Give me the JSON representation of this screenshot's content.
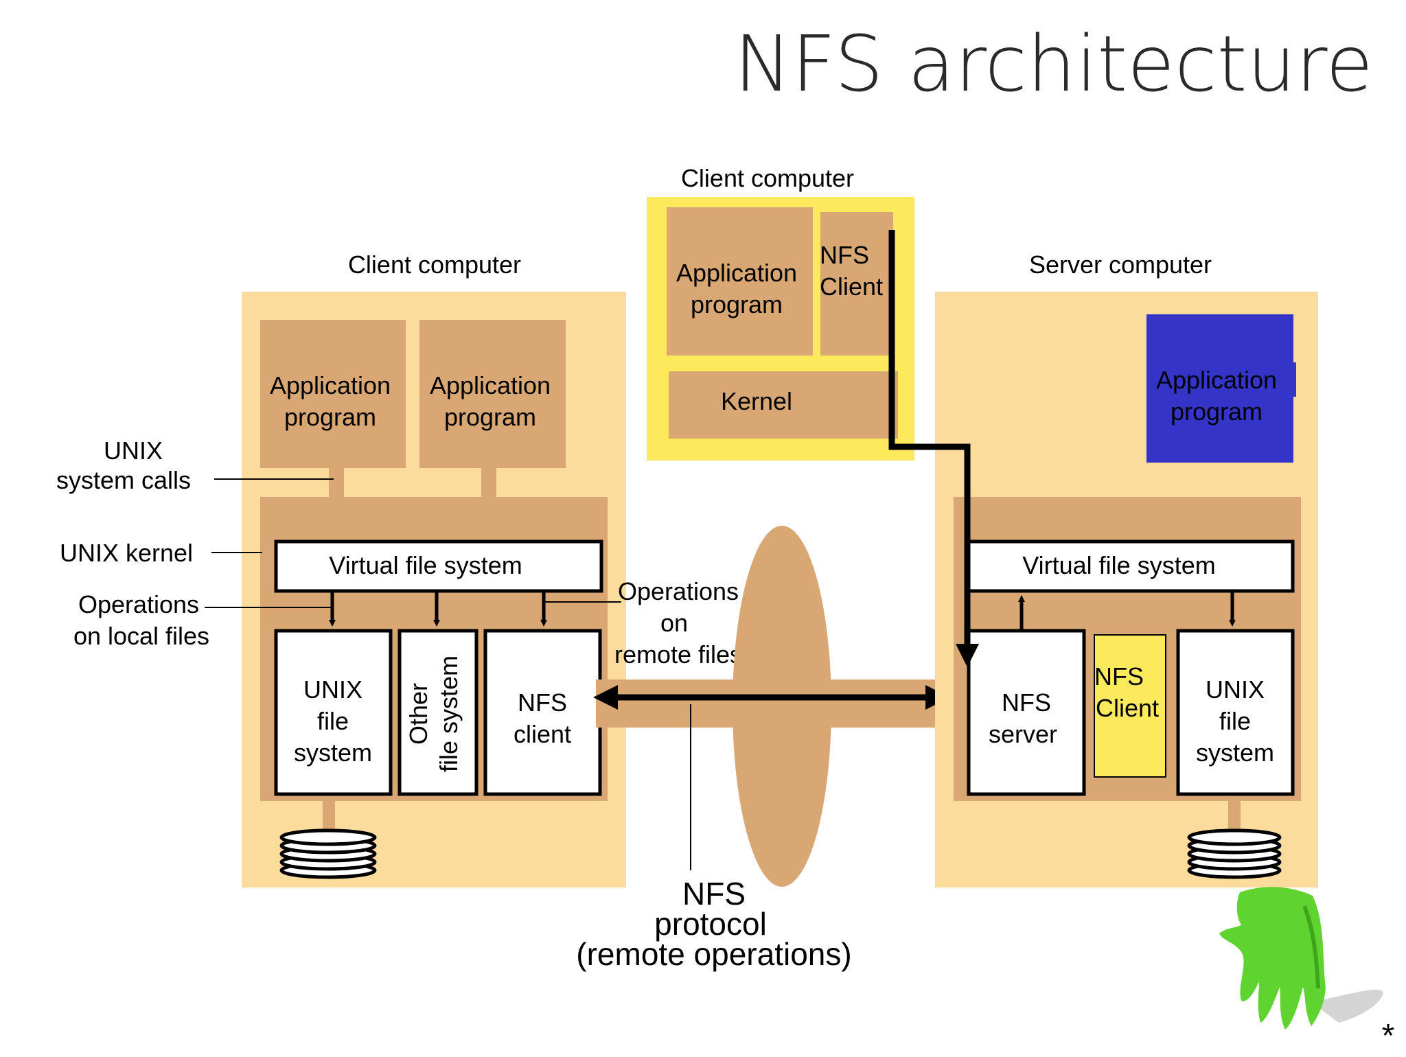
{
  "slide": {
    "title": "NFS architecture",
    "footnote": "*"
  },
  "left_client": {
    "heading": "Client computer",
    "apps": [
      {
        "line1": "Application",
        "line2": "program"
      },
      {
        "line1": "Application",
        "line2": "program"
      }
    ],
    "vfs": "Virtual file system",
    "unix_fs": {
      "line1": "UNIX",
      "line2": "file",
      "line3": "system"
    },
    "other_fs": {
      "line1": "Other",
      "line2": "file system"
    },
    "nfs_client": {
      "line1": "NFS",
      "line2": "client"
    }
  },
  "annotations": {
    "syscalls": {
      "line1": "UNIX",
      "line2": "system calls"
    },
    "kernel": "UNIX kernel",
    "local_ops": {
      "line1": "Operations",
      "line2": "on local files"
    },
    "remote_ops": {
      "line1": "Operations",
      "line2": "on",
      "line3": "remote files"
    },
    "protocol": {
      "line1": "NFS",
      "line2": "protocol",
      "line3": "(remote operations)"
    }
  },
  "middle_client": {
    "heading": "Client computer",
    "app": {
      "line1": "Application",
      "line2": "program"
    },
    "nfs_client": {
      "line1": "NFS",
      "line2": "Client"
    },
    "kernel": "Kernel"
  },
  "server": {
    "heading": "Server computer",
    "app": {
      "line1": "Application",
      "line2": "program"
    },
    "vfs": "Virtual file system",
    "nfs_server": {
      "line1": "NFS",
      "line2": "server"
    },
    "nfs_client": {
      "line1": "NFS",
      "line2": "Client"
    },
    "unix_fs": {
      "line1": "UNIX",
      "line2": "file",
      "line3": "system"
    }
  },
  "colors": {
    "machine_bg": "#fcdc9c",
    "component_tan": "#d8a774",
    "highlight_yellow": "#fce95c",
    "highlight_blue": "#3434c9",
    "mascot_green": "#5fd32f"
  }
}
